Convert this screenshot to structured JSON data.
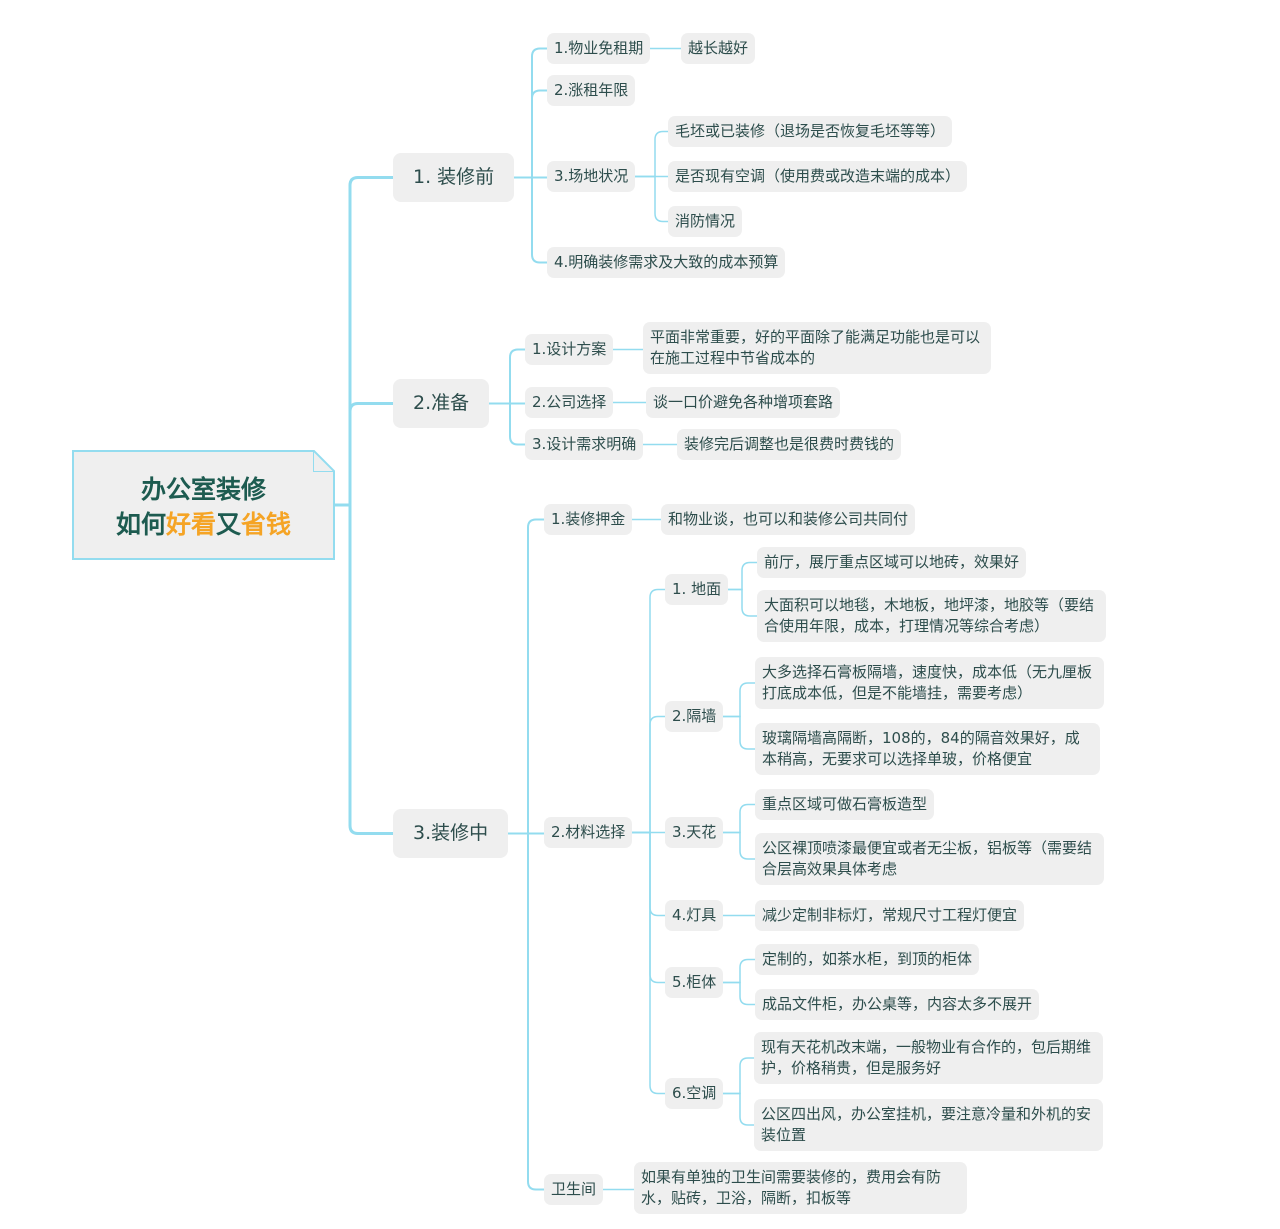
{
  "root": {
    "line1": "办公室装修",
    "line2_a": "如何",
    "line2_b": "好看",
    "line2_c": "又",
    "line2_d": "省钱"
  },
  "colors": {
    "line": "#93dcef",
    "node_bg": "#efefef",
    "text": "#2d4d4c",
    "title": "#1d5b50",
    "highlight": "#f5a425"
  },
  "branches": [
    {
      "label": "1. 装修前",
      "children": [
        {
          "label": "1.物业免租期",
          "children": [
            "越长越好"
          ]
        },
        {
          "label": "2.涨租年限"
        },
        {
          "label": "3.场地状况",
          "children": [
            "毛坯或已装修（退场是否恢复毛坯等等）",
            "是否现有空调（使用费或改造末端的成本）",
            "消防情况"
          ]
        },
        {
          "label": "4.明确装修需求及大致的成本预算"
        }
      ]
    },
    {
      "label": "2.准备",
      "children": [
        {
          "label": "1.设计方案",
          "children": [
            "平面非常重要，好的平面除了能满足功能也是可以在施工过程中节省成本的"
          ]
        },
        {
          "label": "2.公司选择",
          "children": [
            "谈一口价避免各种增项套路"
          ]
        },
        {
          "label": "3.设计需求明确",
          "children": [
            "装修完后调整也是很费时费钱的"
          ]
        }
      ]
    },
    {
      "label": "3.装修中",
      "children": [
        {
          "label": "1.装修押金",
          "children": [
            "和物业谈，也可以和装修公司共同付"
          ]
        },
        {
          "label": "2.材料选择",
          "children": [
            {
              "label": "1. 地面",
              "children": [
                "前厅，展厅重点区域可以地砖，效果好",
                "大面积可以地毯，木地板，地坪漆，地胶等（要结合使用年限，成本，打理情况等综合考虑）"
              ]
            },
            {
              "label": "2.隔墙",
              "children": [
                "大多选择石膏板隔墙，速度快，成本低（无九厘板打底成本低，但是不能墙挂，需要考虑）",
                "玻璃隔墙高隔断，108的，84的隔音效果好，成本稍高，无要求可以选择单玻，价格便宜"
              ]
            },
            {
              "label": "3.天花",
              "children": [
                "重点区域可做石膏板造型",
                "公区裸顶喷漆最便宜或者无尘板，铝板等（需要结合层高效果具体考虑"
              ]
            },
            {
              "label": "4.灯具",
              "children": [
                "减少定制非标灯，常规尺寸工程灯便宜"
              ]
            },
            {
              "label": "5.柜体",
              "children": [
                "定制的，如茶水柜，到顶的柜体",
                "成品文件柜，办公桌等，内容太多不展开"
              ]
            },
            {
              "label": "6.空调",
              "children": [
                "现有天花机改末端，一般物业有合作的，包后期维护，价格稍贵，但是服务好",
                "公区四出风，办公室挂机，要注意冷量和外机的安装位置"
              ]
            }
          ]
        },
        {
          "label": "卫生间",
          "children": [
            "如果有单独的卫生间需要装修的，费用会有防水，贴砖，卫浴，隔断，扣板等"
          ]
        }
      ]
    }
  ]
}
